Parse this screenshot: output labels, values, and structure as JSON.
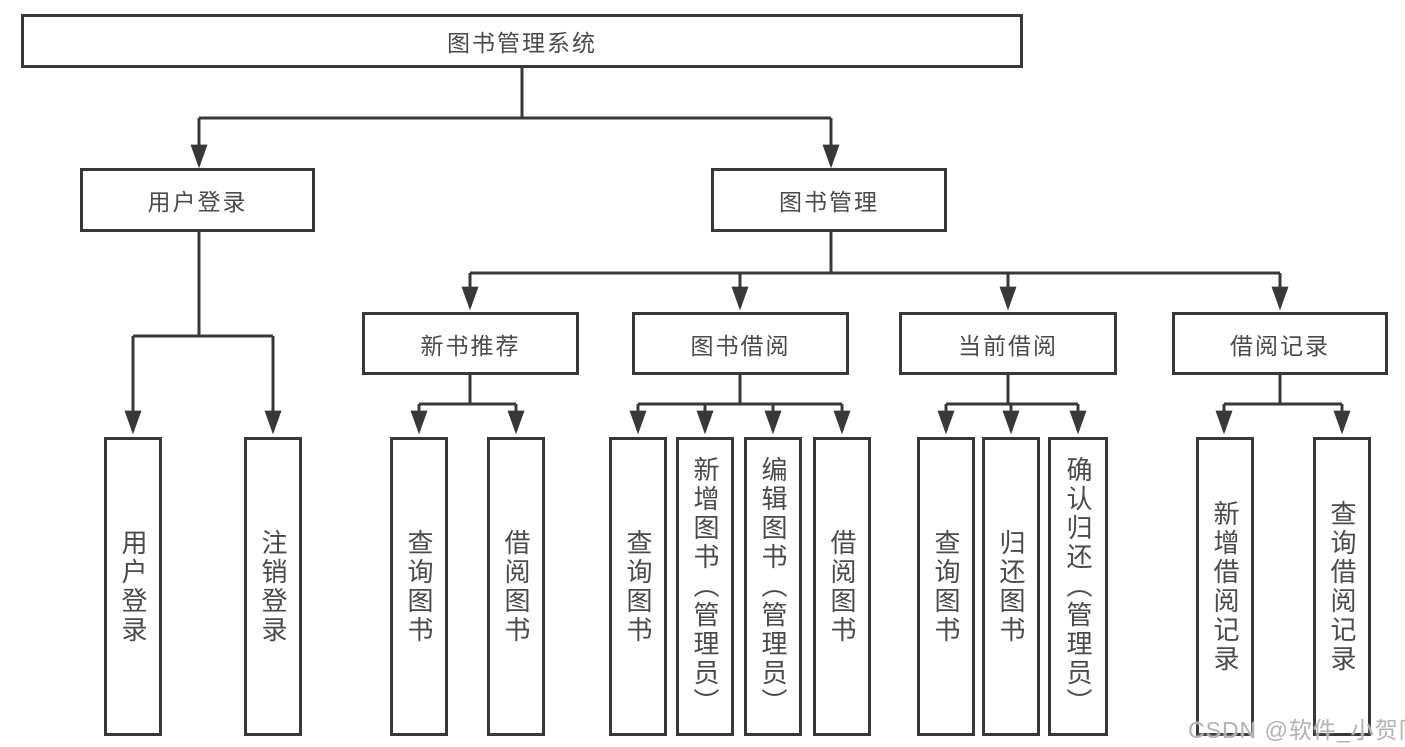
{
  "diagram": {
    "title": "图书管理系统",
    "root": {
      "label": "图书管理系统"
    },
    "branches": [
      {
        "label": "用户登录",
        "children": [
          {
            "label": "用户登录"
          },
          {
            "label": "注销登录"
          }
        ]
      },
      {
        "label": "图书管理",
        "children": [
          {
            "label": "新书推荐",
            "children": [
              {
                "label": "查询图书"
              },
              {
                "label": "借阅图书"
              }
            ]
          },
          {
            "label": "图书借阅",
            "children": [
              {
                "label": "查询图书"
              },
              {
                "label": "新增图书（管理员）"
              },
              {
                "label": "编辑图书（管理员）"
              },
              {
                "label": "借阅图书"
              }
            ]
          },
          {
            "label": "当前借阅",
            "children": [
              {
                "label": "查询图书"
              },
              {
                "label": "归还图书"
              },
              {
                "label": "确认归还（管理员）"
              }
            ]
          },
          {
            "label": "借阅记录",
            "children": [
              {
                "label": "新增借阅记录"
              },
              {
                "label": "查询借阅记录"
              }
            ]
          }
        ]
      }
    ]
  },
  "watermark": {
    "text": "CSDN @软件_小贺同学"
  },
  "colors": {
    "line": "#383838",
    "box_border": "#383838",
    "text": "#4a4a4a",
    "watermark": "#b2b2b2",
    "background": "#ffffff"
  }
}
